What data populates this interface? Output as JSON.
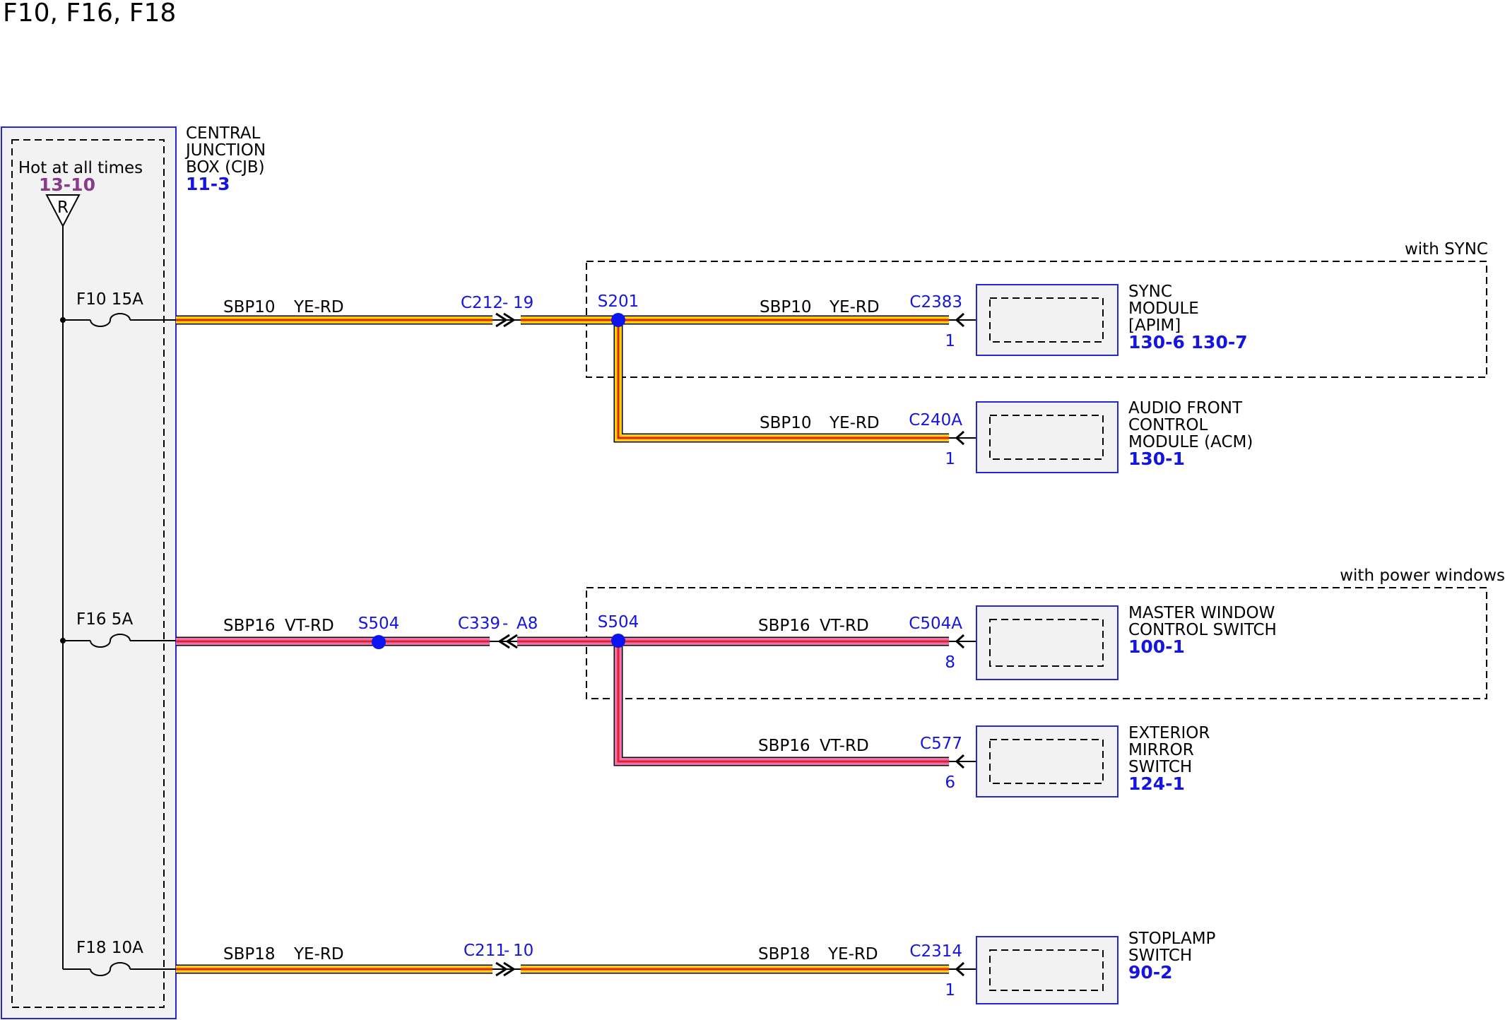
{
  "title": "F10, F16, F18",
  "colors": {
    "yellow": "#ffd200",
    "red": "#e0202a",
    "pink": "#ef6fb0",
    "connector": "#1515e0",
    "splice": "#0a14f0",
    "hot_ref": "#8a3a8a",
    "box_fill": "#f2f2f2"
  },
  "cjb": {
    "name_lines": [
      "CENTRAL",
      "JUNCTION",
      "BOX (CJB)"
    ],
    "ref": "11-3",
    "hot_label": "Hot at all times",
    "hot_ref": "13-10",
    "feed_symbol": "R"
  },
  "fuses": [
    {
      "id": "f10",
      "label": "F10  15A"
    },
    {
      "id": "f16",
      "label": "F16  5A"
    },
    {
      "id": "f18",
      "label": "F18  10A"
    }
  ],
  "wires": {
    "w10a": {
      "circuit": "SBP10",
      "color": "YE-RD"
    },
    "w10b": {
      "circuit": "SBP10",
      "color": "YE-RD"
    },
    "w10c": {
      "circuit": "SBP10",
      "color": "YE-RD"
    },
    "w16a": {
      "circuit": "SBP16",
      "color": "VT-RD"
    },
    "w16b": {
      "circuit": "SBP16",
      "color": "VT-RD"
    },
    "w16c": {
      "circuit": "SBP16",
      "color": "VT-RD"
    },
    "w18a": {
      "circuit": "SBP18",
      "color": "YE-RD"
    },
    "w18b": {
      "circuit": "SBP18",
      "color": "YE-RD"
    }
  },
  "inline_connectors": {
    "c212": {
      "name": "C212",
      "pin": "19"
    },
    "c339": {
      "name": "C339",
      "pin": "A8"
    },
    "c211": {
      "name": "C211",
      "pin": "10"
    }
  },
  "splices": {
    "s201": "S201",
    "s504a": "S504",
    "s504b": "S504"
  },
  "options": {
    "sync": "with SYNC",
    "power_windows": "with power windows"
  },
  "components": {
    "sync": {
      "connector": "C2383",
      "pin": "1",
      "name_lines": [
        "SYNC",
        "MODULE",
        "[APIM]"
      ],
      "ref": "130-6 130-7"
    },
    "acm": {
      "connector": "C240A",
      "pin": "1",
      "name_lines": [
        "AUDIO FRONT",
        "CONTROL",
        "MODULE (ACM)"
      ],
      "ref": "130-1"
    },
    "mwcs": {
      "connector": "C504A",
      "pin": "8",
      "name_lines": [
        "MASTER WINDOW",
        "CONTROL SWITCH"
      ],
      "ref": "100-1"
    },
    "ems": {
      "connector": "C577",
      "pin": "6",
      "name_lines": [
        "EXTERIOR",
        "MIRROR",
        "SWITCH"
      ],
      "ref": "124-1"
    },
    "stop": {
      "connector": "C2314",
      "pin": "1",
      "name_lines": [
        "STOPLAMP",
        "SWITCH"
      ],
      "ref": "90-2"
    }
  }
}
